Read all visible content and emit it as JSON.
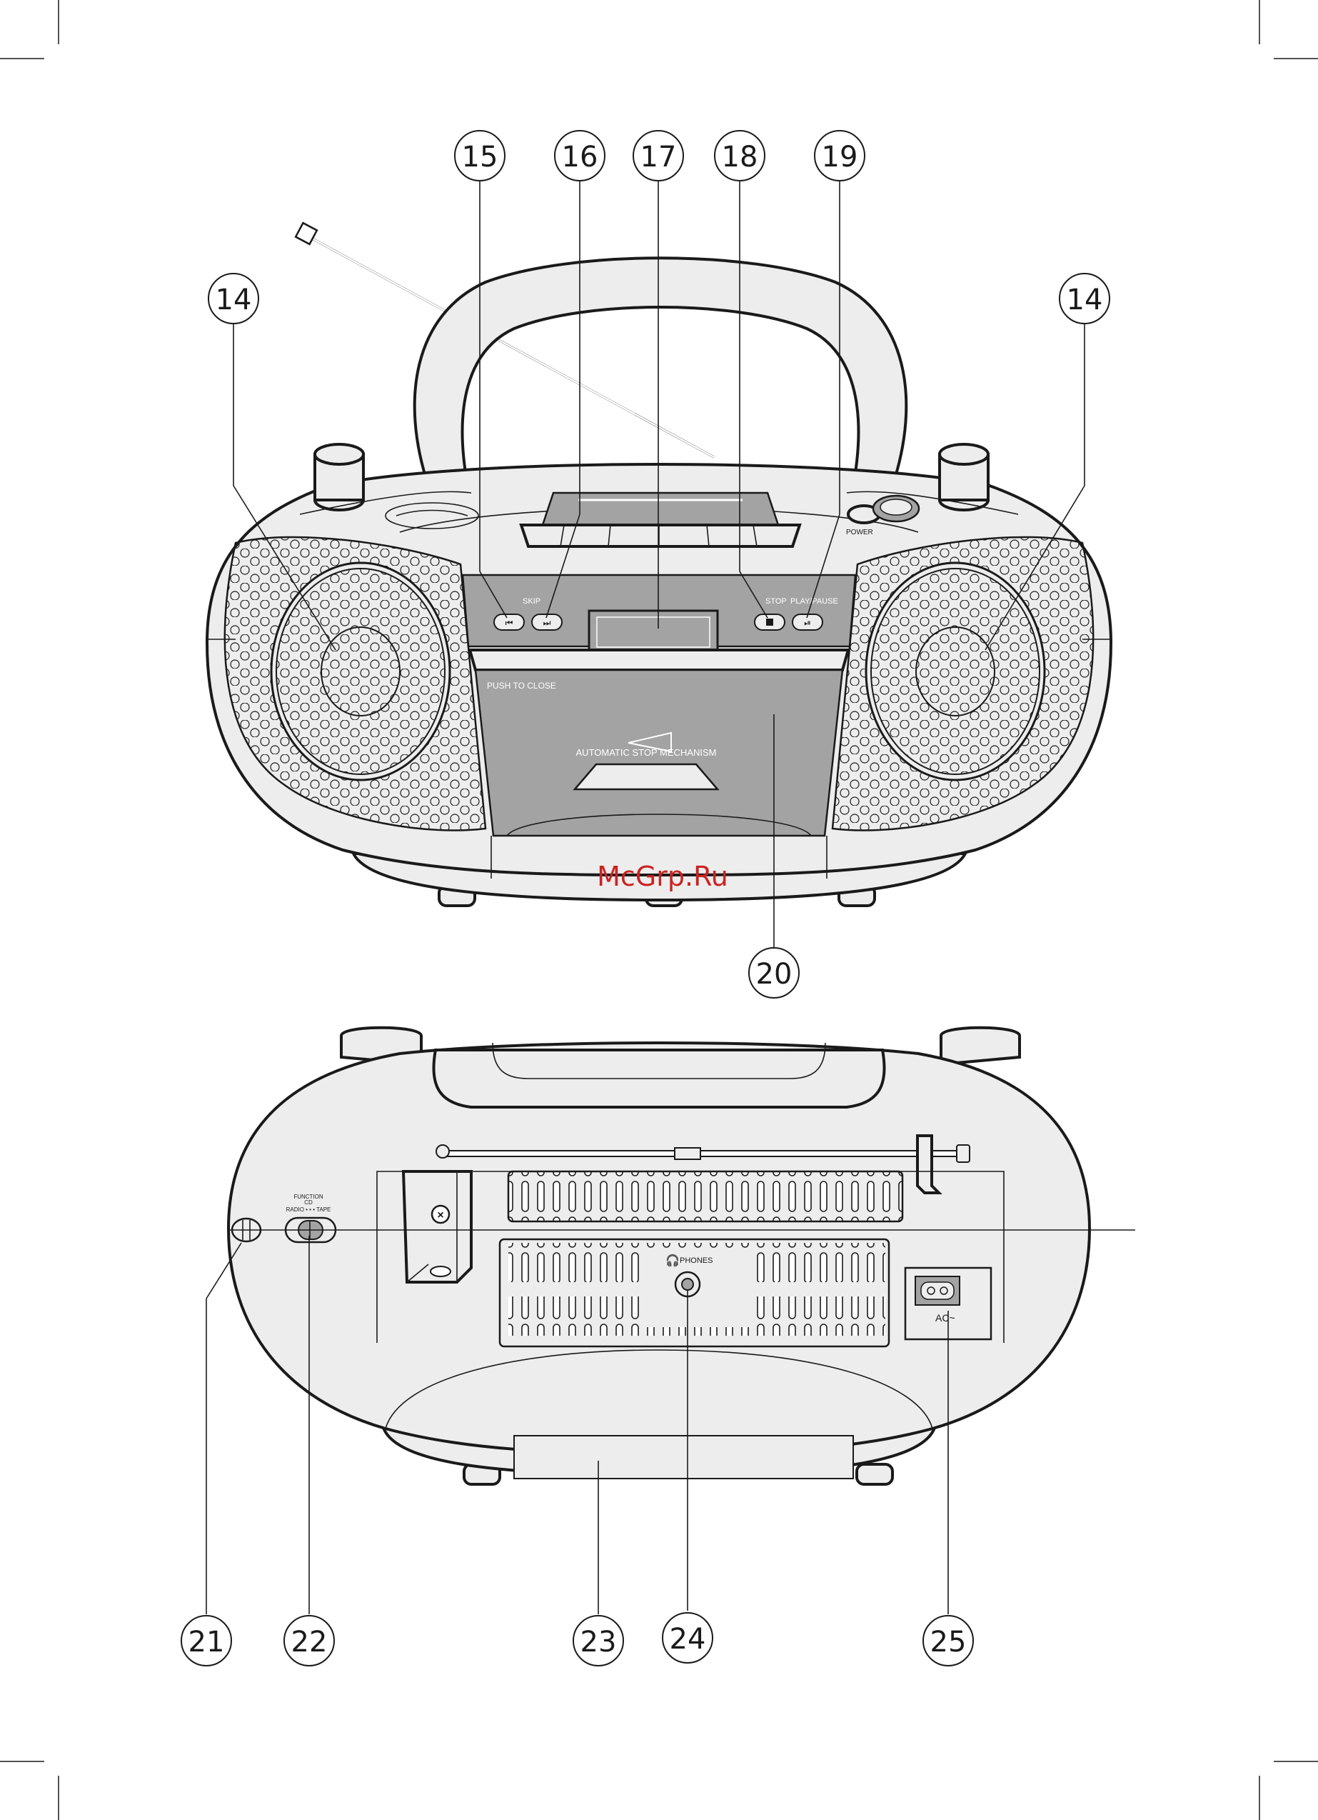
{
  "watermark": "McGrp.Ru",
  "front_labels": {
    "skip": "SKIP",
    "stop": "STOP",
    "play_pause": "PLAY/PAUSE",
    "push_to_close": "PUSH TO CLOSE",
    "automatic_stop": "AUTOMATIC STOP MECHANISM",
    "power": "POWER"
  },
  "rear_labels": {
    "function": "FUNCTION",
    "cd": "CD",
    "radio_tape": "RADIO • • • TAPE",
    "phones": "PHONES",
    "ac": "AC~"
  },
  "callouts": {
    "c14": "14",
    "c15": "15",
    "c16": "16",
    "c17": "17",
    "c18": "18",
    "c19": "19",
    "c20": "20",
    "c21": "21",
    "c22": "22",
    "c23": "23",
    "c24": "24",
    "c25": "25"
  },
  "colors": {
    "line": "#1a1a1a",
    "body": "#ededed",
    "panel": "#a3a3a3",
    "watermark": "#cc2222"
  }
}
